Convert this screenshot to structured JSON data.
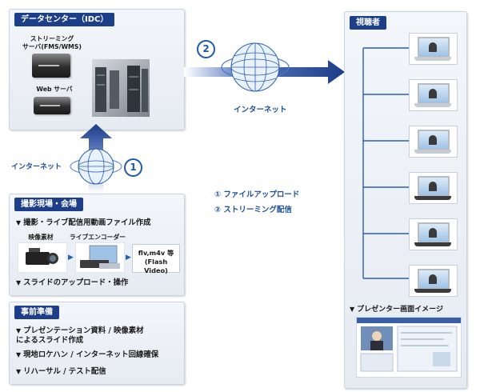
{
  "idc": {
    "title": "データセンター（IDC）",
    "streaming_server": "ストリーミング\nサーバ(FMS/WMS)",
    "web_server": "Web サーバ"
  },
  "internet_label": "インターネット",
  "step_markers": {
    "one": "1",
    "two": "2"
  },
  "process_legend": [
    "① ファイルアップロード",
    "② ストリーミング配信"
  ],
  "viewers": {
    "title": "視聴者"
  },
  "site": {
    "title": "撮影現場・会場",
    "item1": "撮影・ライブ配信用動画ファイル作成",
    "video_material": "映像素材",
    "live_encoder": "ライブエンコーダー",
    "format": "flv,m4v 等\n(Flash Video)",
    "item2": "スライドのアップロード・操作"
  },
  "prep": {
    "title": "事前準備",
    "items": [
      "プレゼンテーション資料 / 映像素材\nによるスライド作成",
      "現地ロケハン / インターネット回線確保",
      "リハーサル / テスト配信"
    ]
  },
  "presenter_image_caption": "プレゼンター画面イメージ",
  "colors": {
    "accent": "#1d3f8a",
    "arrow": "#1b3c88"
  }
}
